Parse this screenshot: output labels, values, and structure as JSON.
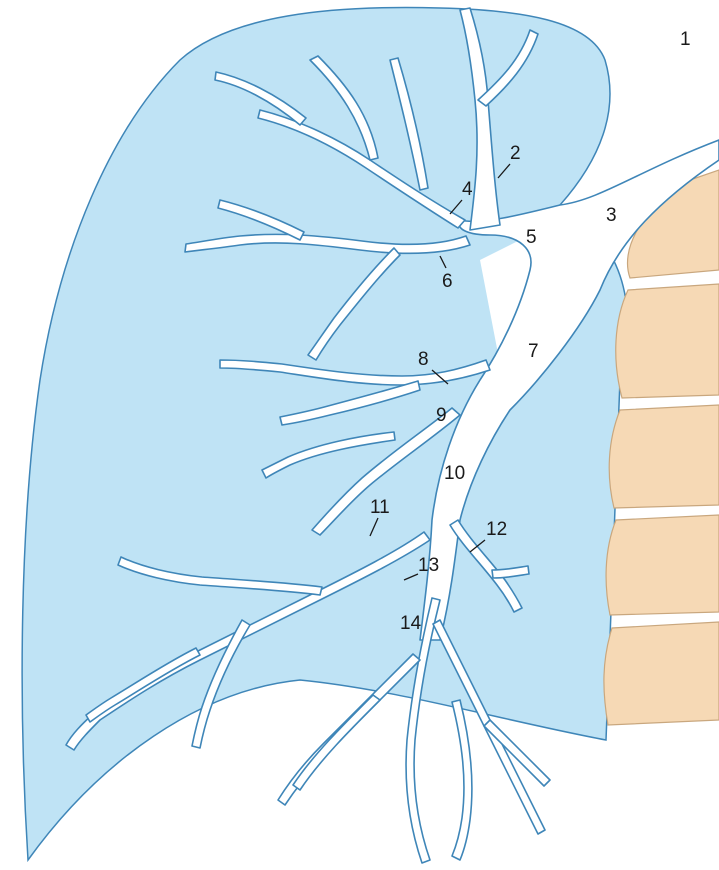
{
  "labels": [
    "1",
    "2",
    "3",
    "4",
    "5",
    "6",
    "7",
    "8",
    "9",
    "10",
    "11",
    "12",
    "13",
    "14"
  ],
  "colors": {
    "lung": "#bfe3f5",
    "lung_outline": "#3f86b8",
    "airway": "#ffffff",
    "vertebra": "#f6d9b5",
    "vertebra_outline": "#c9a77e",
    "background": "#ffffff",
    "text": "#1a1a1a"
  }
}
